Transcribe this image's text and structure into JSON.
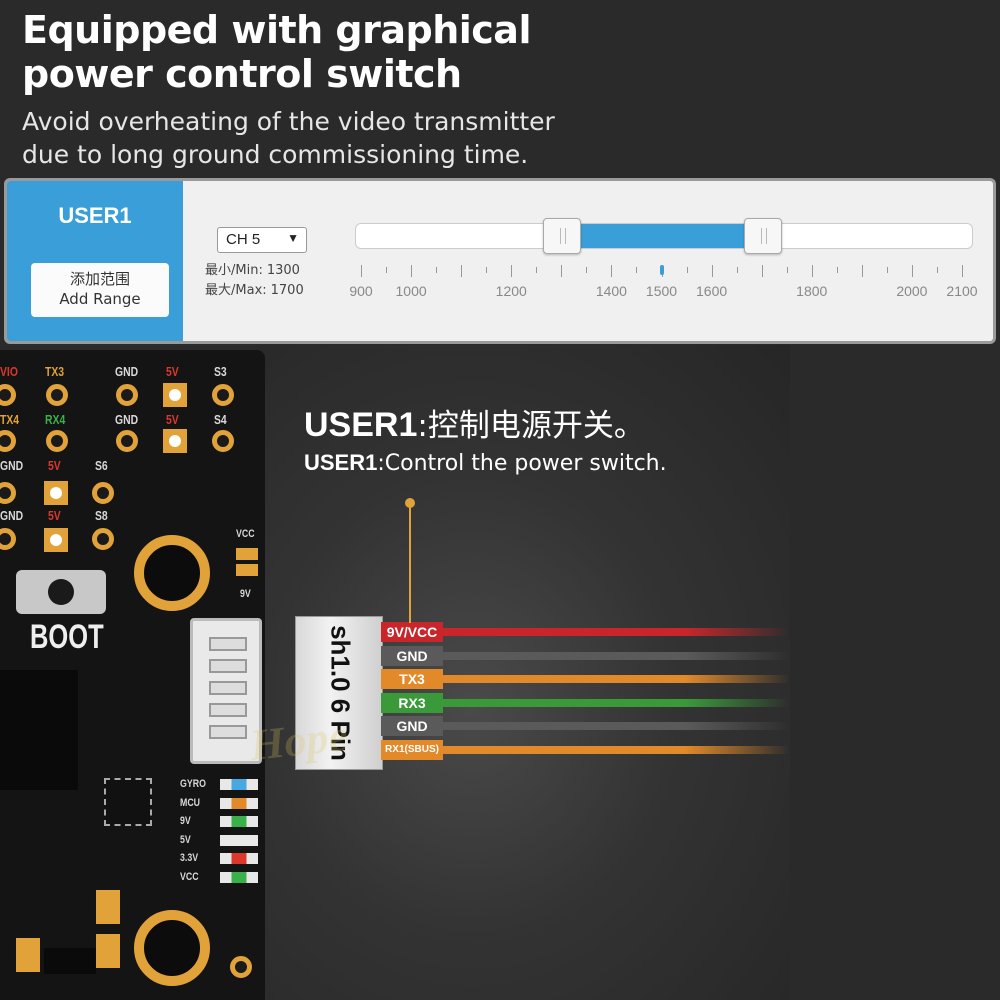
{
  "header": {
    "title_line1": "Equipped with graphical",
    "title_line2": "power control switch",
    "subtitle_line1": "Avoid overheating of the video transmitter",
    "subtitle_line2": "due to long ground commissioning time."
  },
  "panel": {
    "user_label": "USER1",
    "add_range_zh": "添加范围",
    "add_range_en": "Add Range",
    "channel": "CH 5",
    "channel_arrow": "▼",
    "min_label": "最小/Min:",
    "min_value": "1300",
    "max_label": "最大/Max:",
    "max_value": "1700",
    "scale_min": 900,
    "scale_max": 2100,
    "range_min": 1300,
    "range_max": 1700,
    "center_value": 1500,
    "tick_labels": [
      "900",
      "1000",
      "1200",
      "1400",
      "1500",
      "1600",
      "1800",
      "2000",
      "2100"
    ],
    "accent_color": "#3a9fd8"
  },
  "callout": {
    "title_bold": "USER1",
    "title_zh": ":控制电源开关。",
    "sub_bold": "USER1",
    "sub_en": ":Control the power switch."
  },
  "connector": {
    "plug_label": "sh1.0 6 Pin",
    "pins": [
      {
        "label": "9V/VCC",
        "color": "#c8262b"
      },
      {
        "label": "GND",
        "color": "#5a5a5a"
      },
      {
        "label": "TX3",
        "color": "#e2892a"
      },
      {
        "label": "RX3",
        "color": "#3a9a3a"
      },
      {
        "label": "GND",
        "color": "#5a5a5a"
      },
      {
        "label": "RX1(SBUS)",
        "color": "#e2892a"
      }
    ]
  },
  "board": {
    "row1": [
      "TX3",
      "GND",
      "5V",
      "S3"
    ],
    "row2": [
      "RX4",
      "GND",
      "5V",
      "S4"
    ],
    "row3": [
      "5V",
      "S6"
    ],
    "row4": [
      "5V",
      "S8"
    ],
    "left_partial": [
      "VIO",
      "TX4",
      "GND",
      "GND"
    ],
    "vcc_label": "VCC",
    "nine_v_label": "9V",
    "boot_label": "BOOT",
    "leds": [
      {
        "label": "GYRO",
        "color": "#4aa8e0"
      },
      {
        "label": "MCU",
        "color": "#e2892a"
      },
      {
        "label": "9V",
        "color": "#3ab04a"
      },
      {
        "label": "5V",
        "color": "#e8e8e8"
      },
      {
        "label": "3.3V",
        "color": "#d9382c"
      },
      {
        "label": "VCC",
        "color": "#3ab04a"
      }
    ]
  }
}
